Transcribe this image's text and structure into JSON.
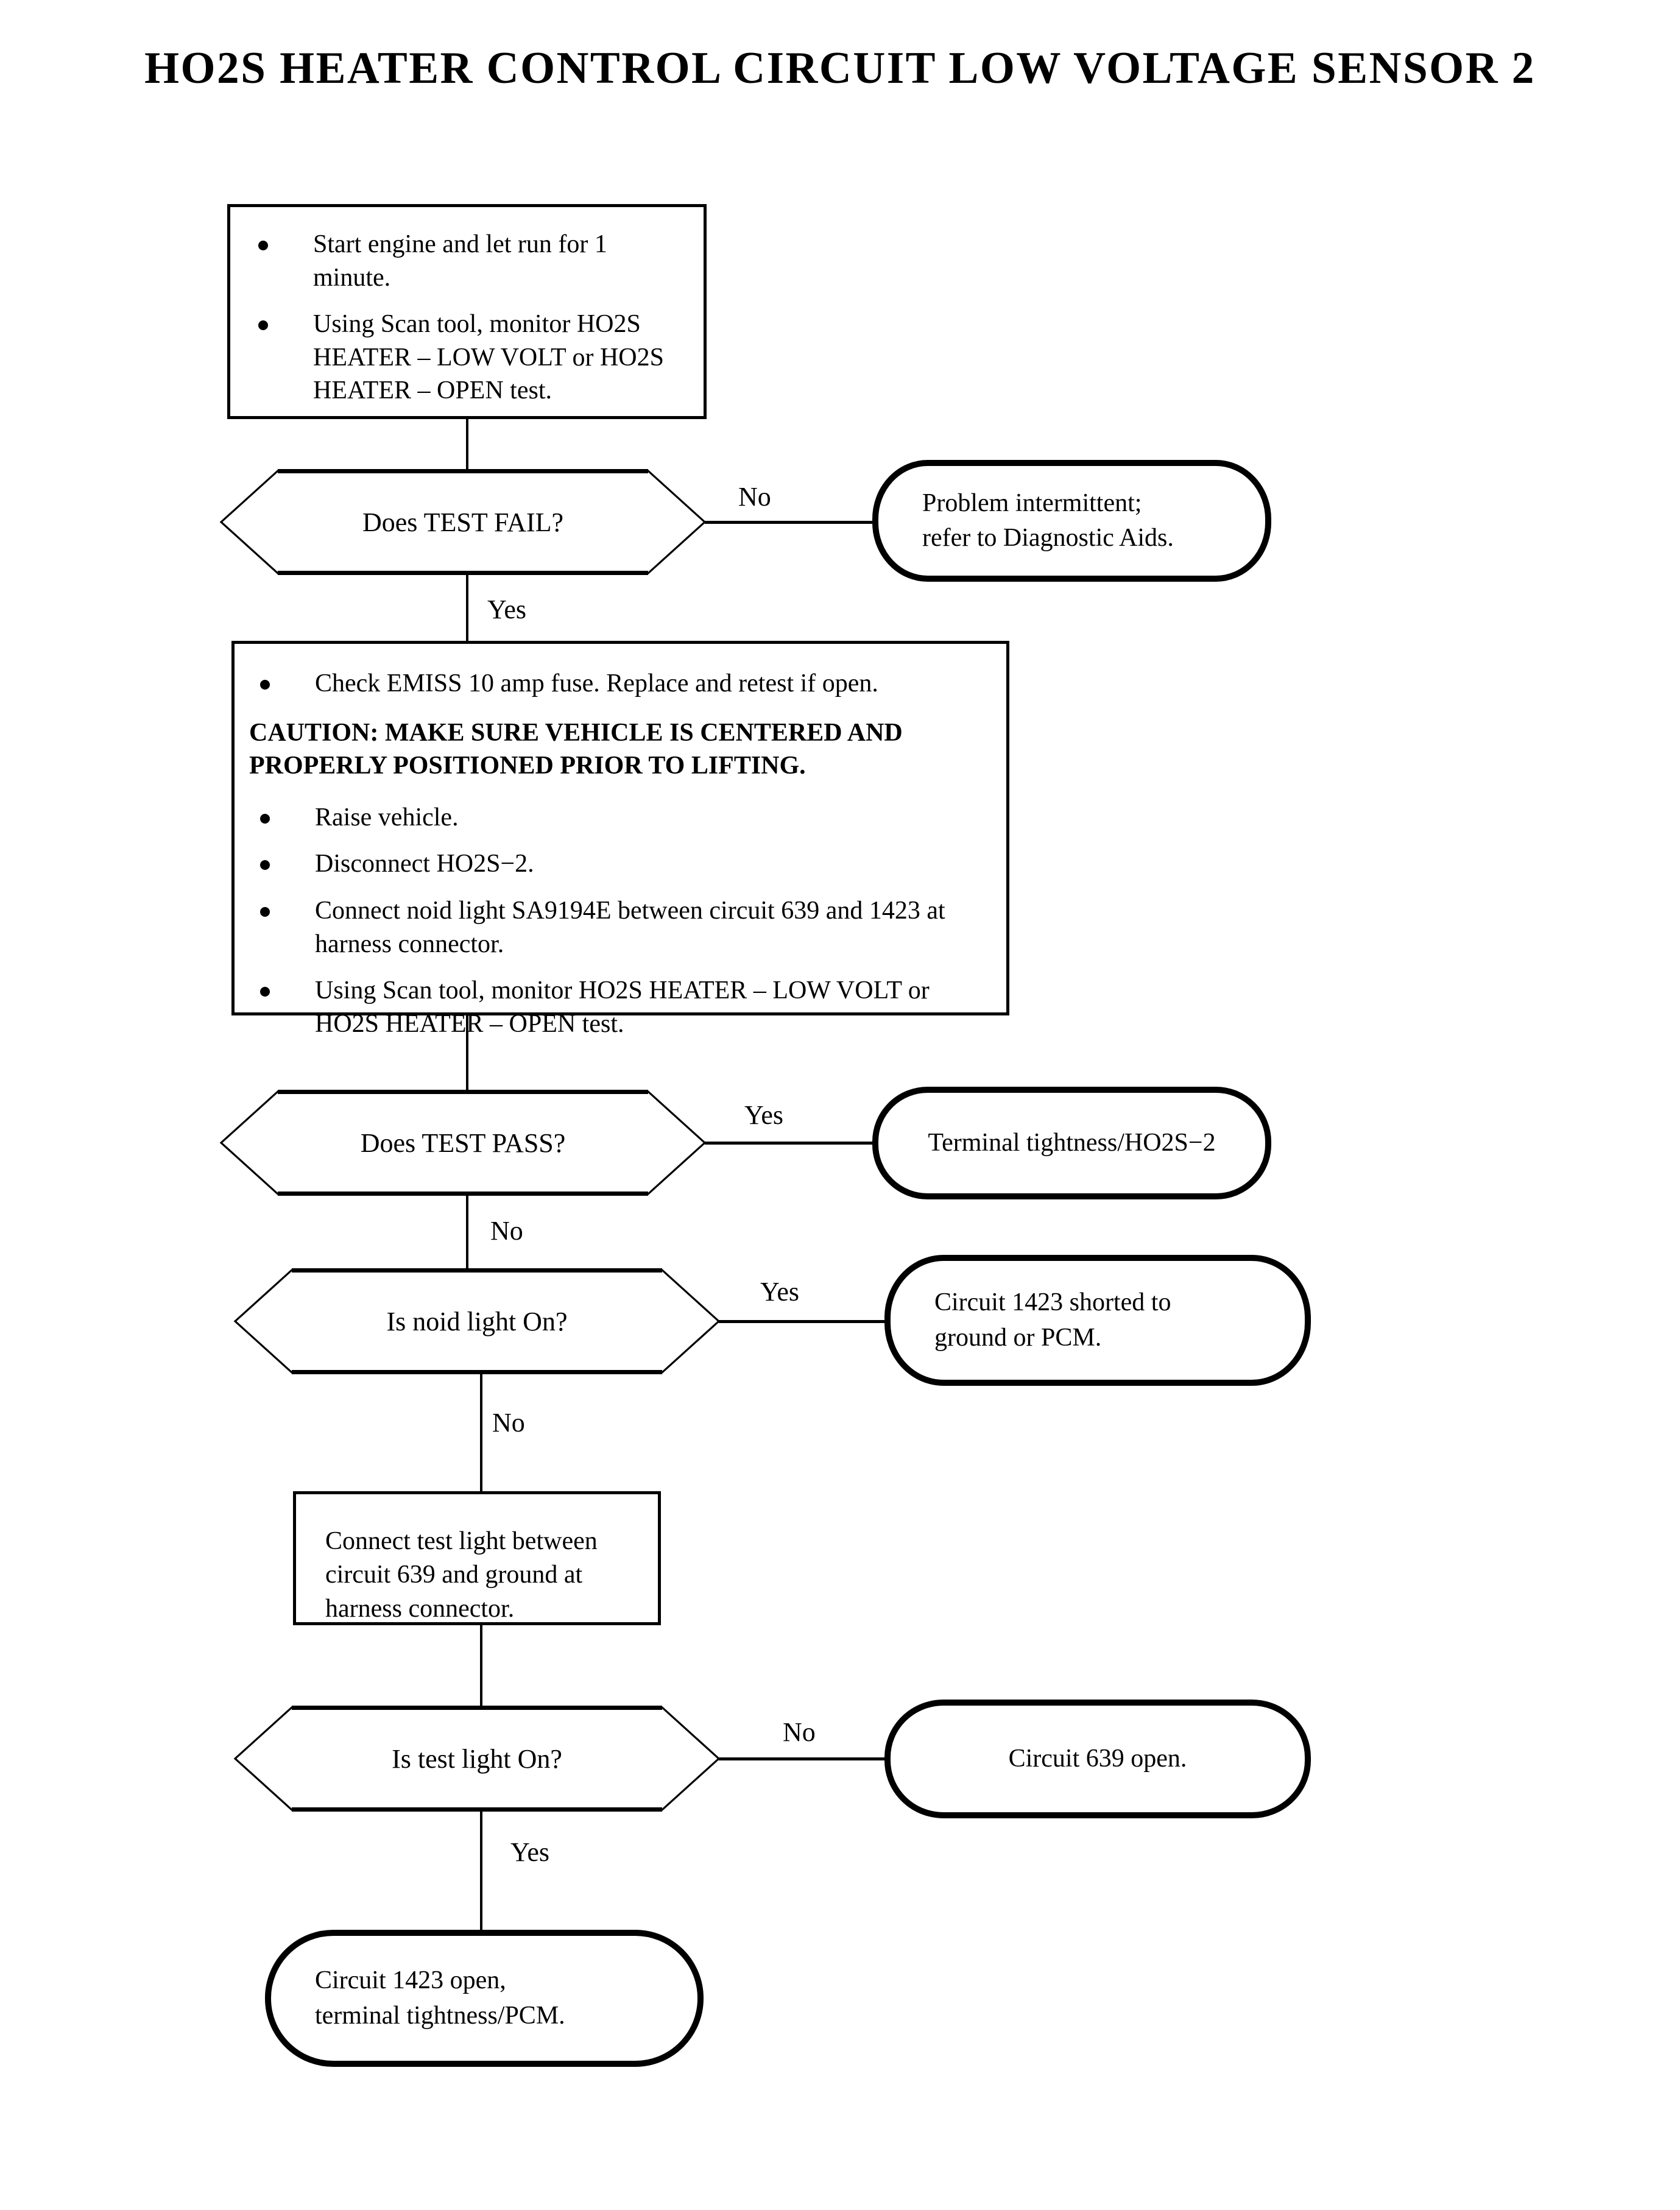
{
  "title": "HO2S HEATER CONTROL CIRCUIT LOW VOLTAGE SENSOR 2",
  "nodes": {
    "step1": {
      "type": "process",
      "bullets": [
        "Start engine and let run for 1 minute.",
        "Using Scan tool, monitor HO2S HEATER – LOW VOLT or HO2S HEATER – OPEN test."
      ]
    },
    "decision1": {
      "type": "decision",
      "label": "Does TEST FAIL?"
    },
    "result1": {
      "type": "terminator",
      "lines": [
        "Problem intermittent;",
        "refer to Diagnostic Aids."
      ]
    },
    "step2": {
      "type": "process",
      "bullet1": "Check EMISS 10 amp fuse. Replace and retest if open.",
      "caution": "CAUTION:  MAKE SURE VEHICLE IS CENTERED AND PROPERLY POSITIONED PRIOR TO LIFTING.",
      "bullets_rest": [
        "Raise vehicle.",
        "Disconnect  HO2S−2.",
        "Connect noid light SA9194E between circuit 639 and 1423 at harness connector.",
        "Using Scan tool, monitor HO2S HEATER – LOW VOLT or HO2S HEATER – OPEN test."
      ]
    },
    "decision2": {
      "type": "decision",
      "label": "Does TEST PASS?"
    },
    "result2": {
      "type": "terminator",
      "lines": [
        "Terminal tightness/HO2S−2"
      ]
    },
    "decision3": {
      "type": "decision",
      "label": "Is noid light On?"
    },
    "result3": {
      "type": "terminator",
      "lines": [
        "Circuit 1423 shorted to",
        "ground or PCM."
      ]
    },
    "step3": {
      "type": "process",
      "text": "Connect test light between circuit 639 and ground at harness connector."
    },
    "decision4": {
      "type": "decision",
      "label": "Is test light On?"
    },
    "result4": {
      "type": "terminator",
      "lines": [
        "Circuit 639 open."
      ]
    },
    "result5": {
      "type": "terminator",
      "lines": [
        "Circuit 1423 open,",
        "terminal tightness/PCM."
      ]
    }
  },
  "branch_labels": {
    "d1_no": "No",
    "d1_yes": "Yes",
    "d2_yes": "Yes",
    "d2_no": "No",
    "d3_yes": "Yes",
    "d3_no": "No",
    "d4_no": "No",
    "d4_yes": "Yes"
  },
  "colors": {
    "ink": "#000000",
    "paper": "#ffffff"
  }
}
